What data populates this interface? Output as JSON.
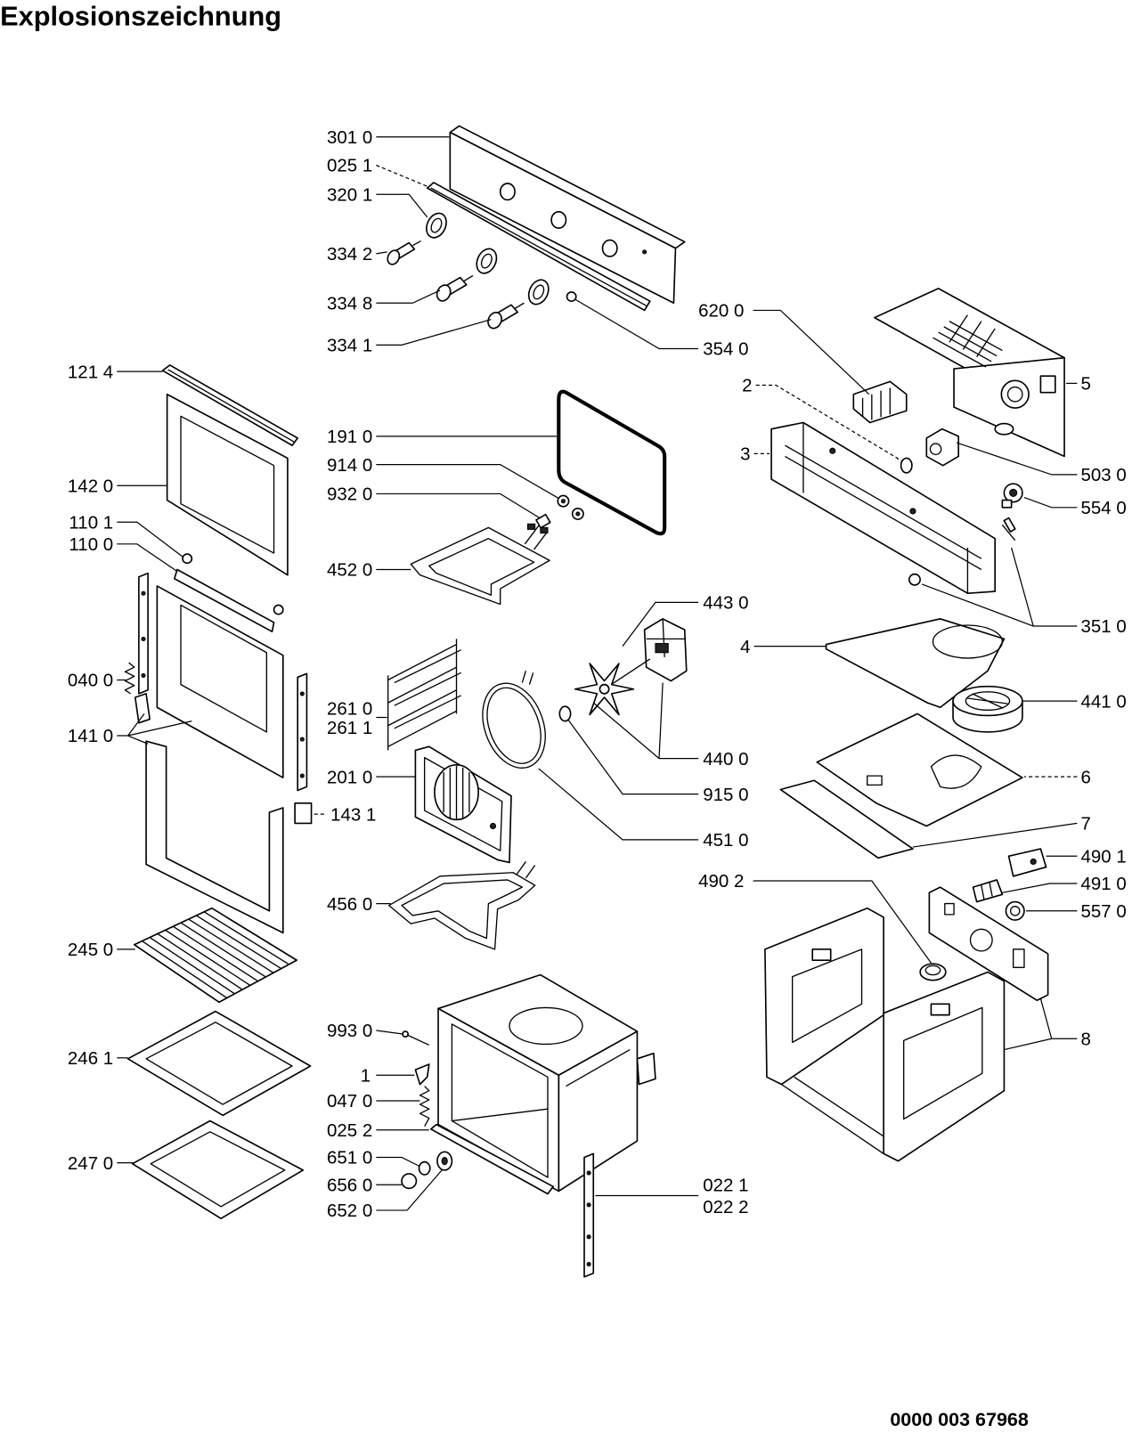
{
  "title": "Explosionszeichnung",
  "document_number": "0000 003 67968",
  "labels": {
    "l_301_0": "301 0",
    "l_025_1": "025 1",
    "l_320_1": "320 1",
    "l_334_2": "334 2",
    "l_334_8": "334 8",
    "l_334_1": "334 1",
    "l_354_0": "354 0",
    "l_620_0": "620 0",
    "l_2": "2",
    "l_5": "5",
    "l_3": "3",
    "l_503_0": "503 0",
    "l_554_0": "554 0",
    "l_351_0": "351 0",
    "l_4": "4",
    "l_441_0": "441 0",
    "l_6": "6",
    "l_7": "7",
    "l_490_1": "490 1",
    "l_491_0": "491 0",
    "l_557_0": "557 0",
    "l_490_2": "490 2",
    "l_8": "8",
    "l_443_0": "443 0",
    "l_440_0": "440 0",
    "l_915_0": "915 0",
    "l_451_0": "451 0",
    "l_022_1": "022 1",
    "l_022_2": "022 2",
    "l_191_0": "191 0",
    "l_914_0": "914 0",
    "l_932_0": "932 0",
    "l_452_0": "452 0",
    "l_261_0": "261 0",
    "l_261_1": "261 1",
    "l_201_0": "201 0",
    "l_143_1": "143 1",
    "l_456_0": "456 0",
    "l_993_0": "993 0",
    "l_1": "1",
    "l_047_0": "047 0",
    "l_025_2": "025 2",
    "l_651_0": "651 0",
    "l_656_0": "656 0",
    "l_652_0": "652 0",
    "l_121_4": "121 4",
    "l_142_0": "142 0",
    "l_110_1": "110 1",
    "l_110_0": "110 0",
    "l_040_0": "040 0",
    "l_141_0": "141 0",
    "l_245_0": "245 0",
    "l_246_1": "246 1",
    "l_247_0": "247 0"
  }
}
